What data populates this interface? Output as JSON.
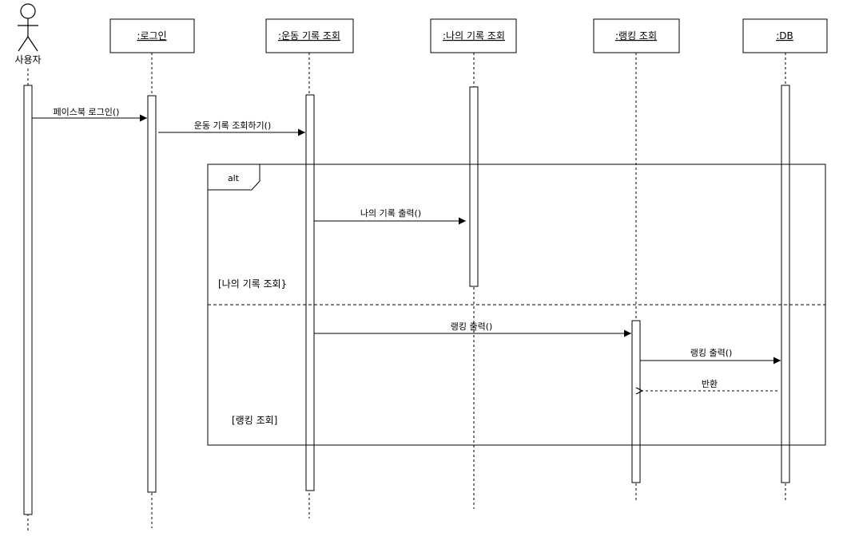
{
  "actor": {
    "name": "사용자"
  },
  "lifelines": [
    {
      "id": "login",
      "label": ":로그인"
    },
    {
      "id": "exercise",
      "label": ":운동 기록 조회"
    },
    {
      "id": "myrecord",
      "label": ":나의 기록 조회"
    },
    {
      "id": "ranking",
      "label": ":랭킹 조회"
    },
    {
      "id": "db",
      "label": ":DB"
    }
  ],
  "messages": [
    {
      "id": "m1",
      "label": "페이스북 로그인()",
      "from": "actor",
      "to": "login",
      "kind": "sync"
    },
    {
      "id": "m2",
      "label": "운동 기록 조회하기()",
      "from": "login",
      "to": "exercise",
      "kind": "sync"
    },
    {
      "id": "m3",
      "label": "나의 기록 출력()",
      "from": "exercise",
      "to": "myrecord",
      "kind": "sync"
    },
    {
      "id": "m4",
      "label": "랭킹 출력()",
      "from": "exercise",
      "to": "ranking",
      "kind": "sync"
    },
    {
      "id": "m5",
      "label": "랭킹 출력()",
      "from": "ranking",
      "to": "db",
      "kind": "sync"
    },
    {
      "id": "m6",
      "label": "반환",
      "from": "db",
      "to": "ranking",
      "kind": "return"
    }
  ],
  "fragment": {
    "operator": "alt",
    "guards": [
      "[나의 기록 조회}",
      "[랭킹 조회]"
    ]
  },
  "colors": {
    "stroke": "#000000",
    "background": "#ffffff"
  }
}
